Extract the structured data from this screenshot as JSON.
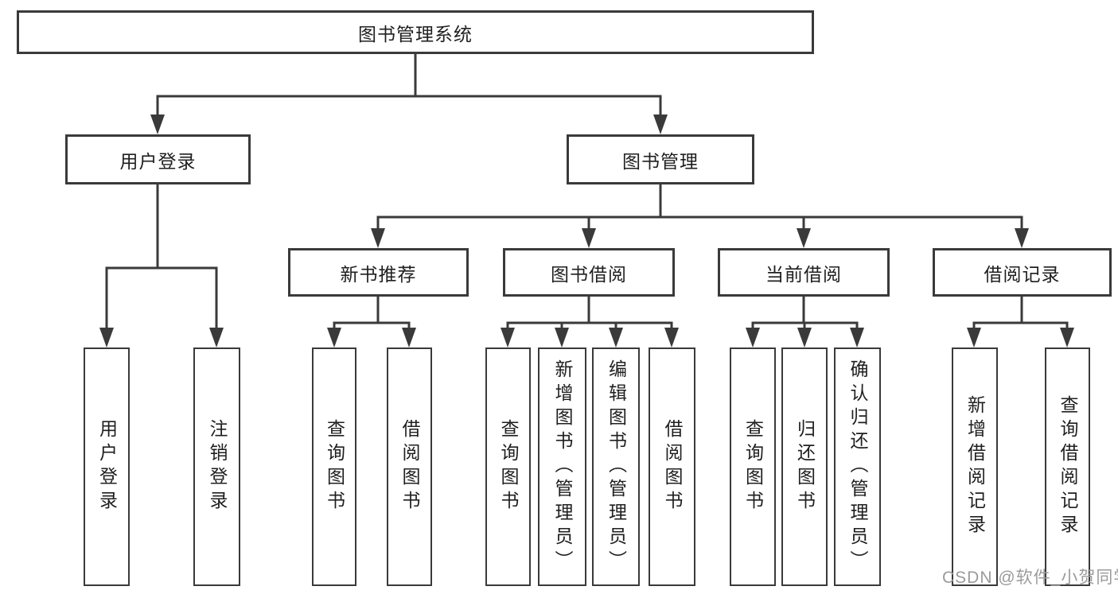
{
  "diagram_title": "图书管理系统",
  "colors": {
    "line": "#3a3a3a",
    "box_border": "#3a3a3a",
    "text": "#1f1f1f",
    "background": "#ffffff",
    "watermark": "#9b9b9b"
  },
  "tree": {
    "root": {
      "label": "图书管理系统"
    },
    "children": [
      {
        "label": "用户登录",
        "children": [
          {
            "label": "用户登录"
          },
          {
            "label": "注销登录"
          }
        ]
      },
      {
        "label": "图书管理",
        "children": [
          {
            "label": "新书推荐",
            "children": [
              {
                "label": "查询图书"
              },
              {
                "label": "借阅图书"
              }
            ]
          },
          {
            "label": "图书借阅",
            "children": [
              {
                "label": "查询图书"
              },
              {
                "label": "新增图书（管理员）"
              },
              {
                "label": "编辑图书（管理员）"
              },
              {
                "label": "借阅图书"
              }
            ]
          },
          {
            "label": "当前借阅",
            "children": [
              {
                "label": "查询图书"
              },
              {
                "label": "归还图书"
              },
              {
                "label": "确认归还（管理员）"
              }
            ]
          },
          {
            "label": "借阅记录",
            "children": [
              {
                "label": "新增借阅记录"
              },
              {
                "label": "查询借阅记录"
              }
            ]
          }
        ]
      }
    ]
  },
  "watermark": "CSDN @软件_小贺同学"
}
